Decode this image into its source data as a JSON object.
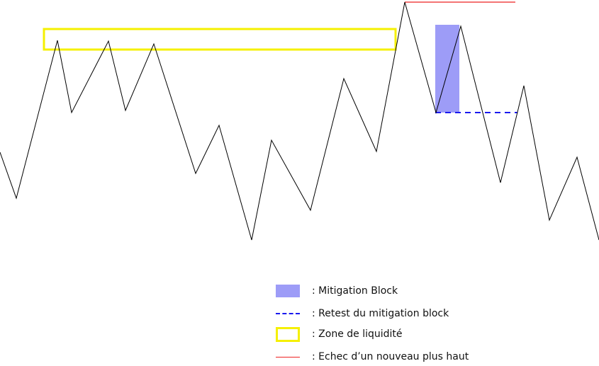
{
  "colors": {
    "price_line": "#000000",
    "mitigation_block": "#9d9cf7",
    "retest_line": "#1a1aee",
    "liquidity_zone": "#f5f000",
    "failure_line": "#ee2222"
  },
  "legend": [
    {
      "key": "mitigation",
      "label": ":  Mitigation Block"
    },
    {
      "key": "retest",
      "label": ":  Retest du mitigation block"
    },
    {
      "key": "liquidity",
      "label": ":  Zone de liquidité"
    },
    {
      "key": "failure",
      "label": ":  Echec d’un nouveau plus haut"
    }
  ]
}
